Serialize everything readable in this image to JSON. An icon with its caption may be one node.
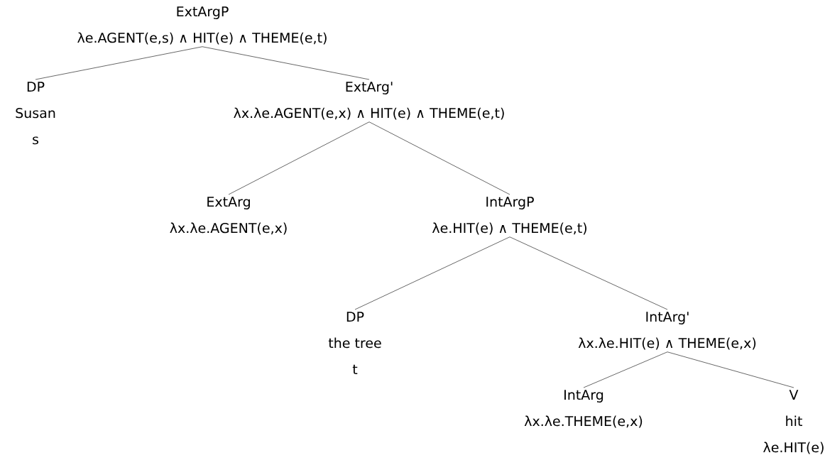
{
  "diagram": {
    "nodes": [
      {
        "text": [
          "ExtArgP",
          "λe.AGENT(e,s) ∧ HIT(e) ∧ THEME(e,t)"
        ]
      },
      {
        "text": [
          "DP",
          "Susan",
          "s"
        ]
      },
      {
        "text": [
          "ExtArg'",
          "λx.λe.AGENT(e,x) ∧ HIT(e) ∧ THEME(e,t)"
        ]
      },
      {
        "text": [
          "ExtArg",
          "λx.λe.AGENT(e,x)"
        ]
      },
      {
        "text": [
          "IntArgP",
          "λe.HIT(e) ∧ THEME(e,t)"
        ]
      },
      {
        "text": [
          "DP",
          "the tree",
          "t"
        ]
      },
      {
        "text": [
          "IntArg'",
          "λx.λe.HIT(e) ∧ THEME(e,x)"
        ]
      },
      {
        "text": [
          "IntArg",
          "λx.λe.THEME(e,x)"
        ]
      },
      {
        "text": [
          "V",
          "hit",
          "λe.HIT(e)"
        ]
      }
    ],
    "edges": [
      {
        "from": 0,
        "to": 1,
        "arrow": "none"
      },
      {
        "from": 0,
        "to": 2,
        "arrow": "none"
      },
      {
        "from": 2,
        "to": 3,
        "arrow": "none"
      },
      {
        "from": 2,
        "to": 4,
        "arrow": "none"
      },
      {
        "from": 4,
        "to": 5,
        "arrow": "none"
      },
      {
        "from": 4,
        "to": 6,
        "arrow": "none"
      },
      {
        "from": 6,
        "to": 7,
        "arrow": "none"
      },
      {
        "from": 6,
        "to": 8,
        "arrow": "none"
      }
    ]
  }
}
